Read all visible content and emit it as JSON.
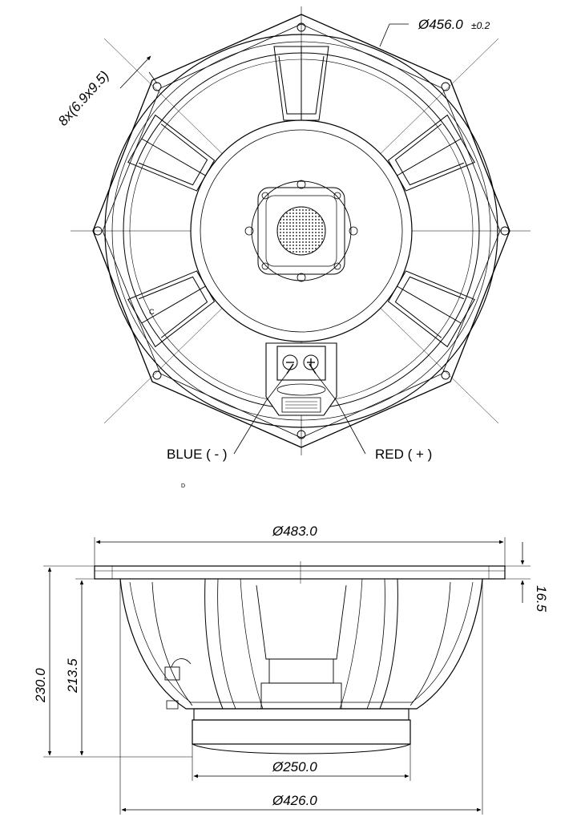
{
  "front_view": {
    "mount_circle_diameter": "Ø456.0",
    "mount_circle_tolerance": "±0.2",
    "mounting_holes": "8x(6.9x9.5)",
    "terminal_negative_label": "BLUE ( - )",
    "terminal_positive_label": "RED ( + )",
    "frame_mark_c": "C",
    "stray_mark_d": "D"
  },
  "side_view": {
    "outer_diameter": "Ø483.0",
    "flange_thickness": "16.5",
    "overall_depth": "230.0",
    "mounting_depth": "213.5",
    "magnet_diameter": "Ø250.0",
    "baffle_cutout_diameter": "Ø426.0"
  }
}
